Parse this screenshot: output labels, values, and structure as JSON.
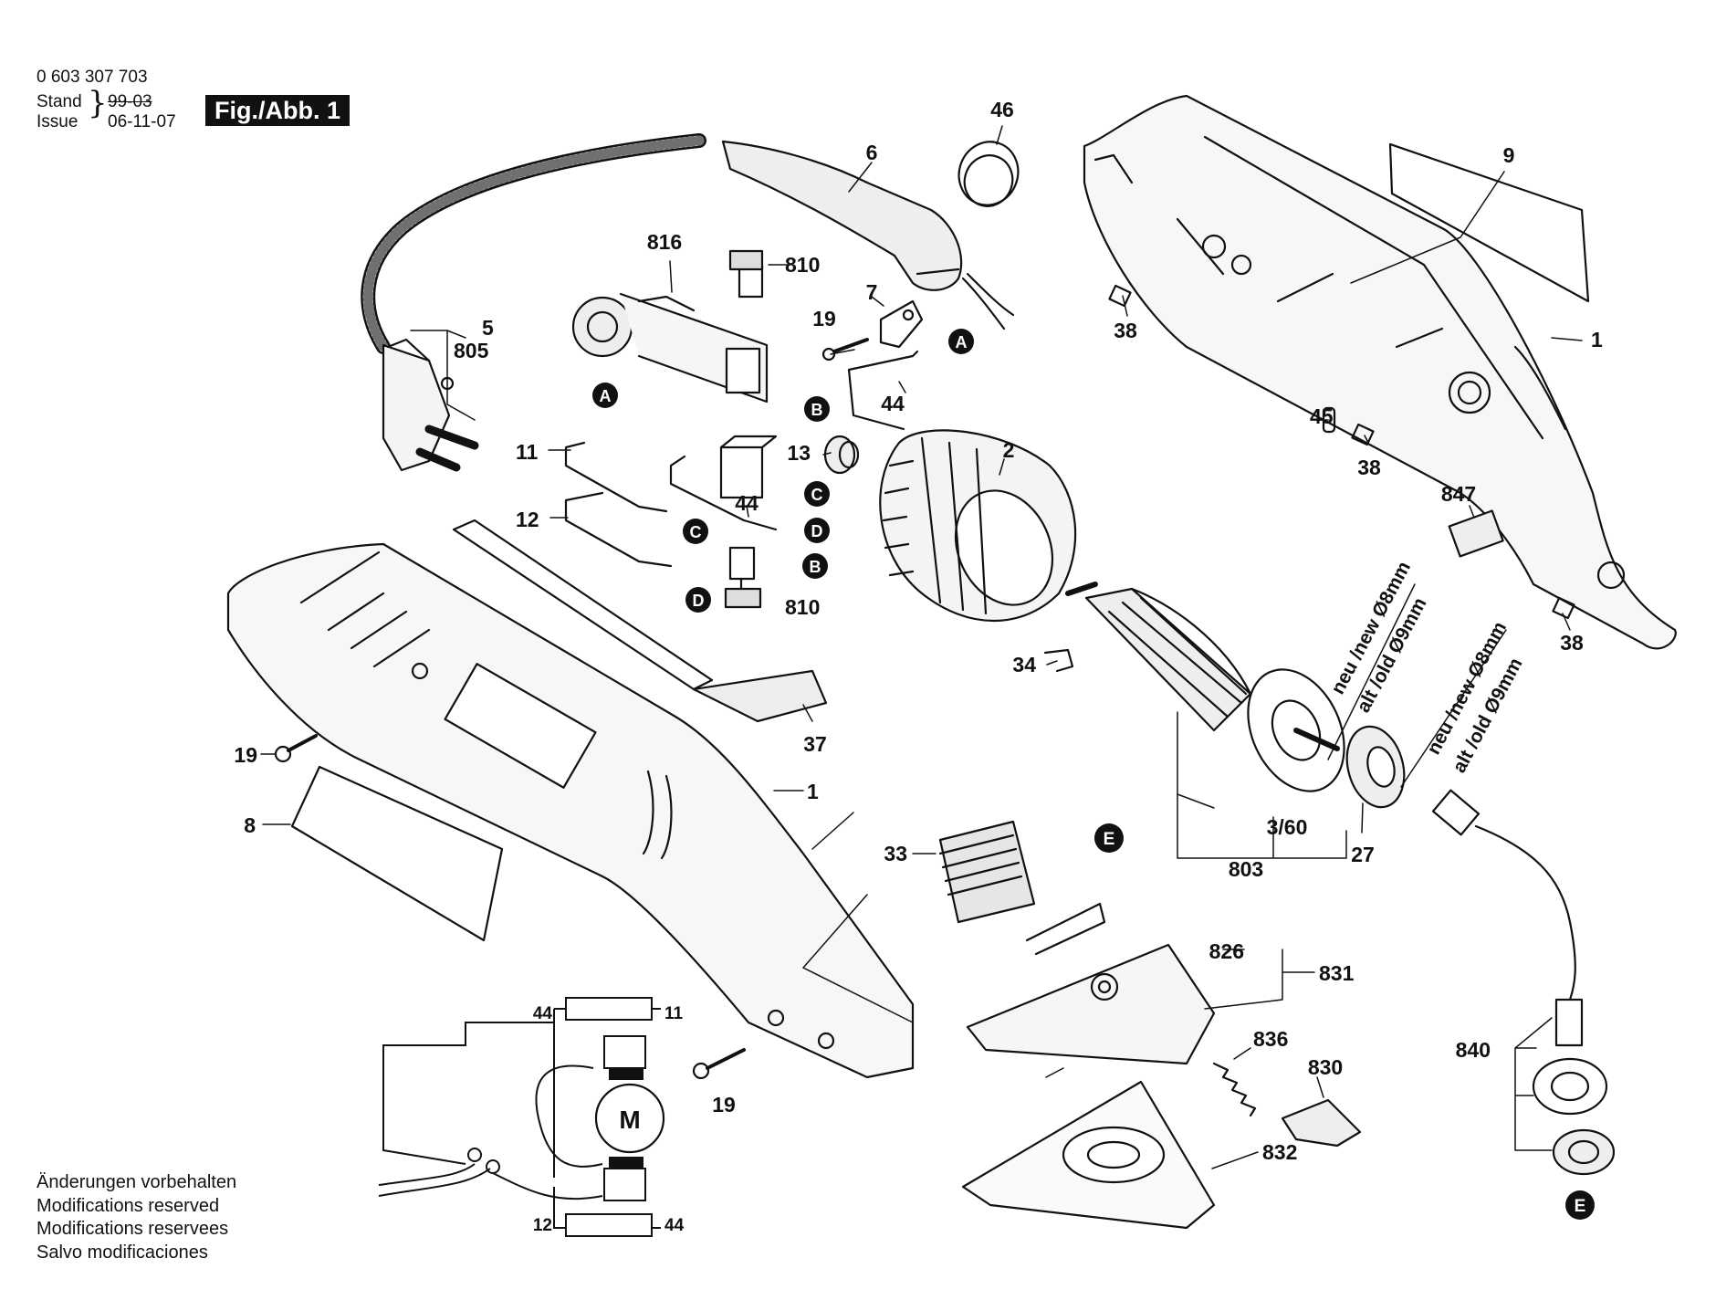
{
  "header": {
    "part_number": "0 603 307 703",
    "stand_label": "Stand",
    "stand_value": "99-03",
    "issue_label": "Issue",
    "issue_value": "06-11-07",
    "figure_label": "Fig./Abb. 1"
  },
  "callouts": {
    "c46": "46",
    "c6": "6",
    "c9": "9",
    "c816": "816",
    "c810a": "810",
    "c810b": "810",
    "c5": "5",
    "c805": "805",
    "c7": "7",
    "c19a": "19",
    "c19b": "19",
    "c19c": "19",
    "c38a": "38",
    "c38b": "38",
    "c38c": "38",
    "c1a": "1",
    "c1b": "1",
    "c44a": "44",
    "c44b": "44",
    "c11": "11",
    "c12": "12",
    "c13": "13",
    "c2": "2",
    "c45": "45",
    "c847": "847",
    "c34": "34",
    "c37": "37",
    "c8": "8",
    "c3_60": "3/60",
    "c803": "803",
    "c27": "27",
    "c33": "33",
    "c826": "826",
    "c831": "831",
    "c836": "836",
    "c830": "830",
    "c832": "832",
    "c840": "840",
    "w44a": "44",
    "w11": "11",
    "w12": "12",
    "w44b": "44",
    "motor": "M"
  },
  "markers": {
    "mA1": "A",
    "mA2": "A",
    "mB1": "B",
    "mB2": "B",
    "mC1": "C",
    "mC2": "C",
    "mD1": "D",
    "mD2": "D",
    "mE1": "E",
    "mE2": "E"
  },
  "bearing_notes": {
    "n1_new": "neu /new Ø8mm",
    "n1_old": "alt /old  Ø9mm",
    "n2_new": "neu /new Ø8mm",
    "n2_old": "alt /old  Ø9mm"
  },
  "footer": {
    "lines": [
      "Änderungen vorbehalten",
      "Modifications reserved",
      "Modifications reservees",
      "Salvo modificaciones"
    ]
  },
  "colors": {
    "ink": "#111111",
    "paper": "#ffffff",
    "shade": "#d9d9d9"
  }
}
